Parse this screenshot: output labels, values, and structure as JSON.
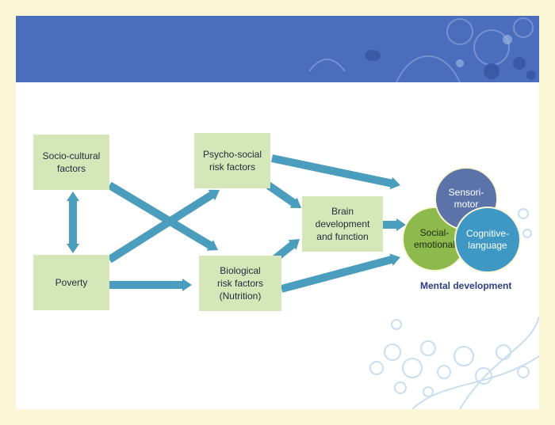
{
  "diagram": {
    "boxes": [
      {
        "id": "socio",
        "label": "Socio-cultural\nfactors"
      },
      {
        "id": "poverty",
        "label": "Poverty"
      },
      {
        "id": "psycho",
        "label": "Psycho-social\nrisk factors"
      },
      {
        "id": "bio",
        "label": "Biological\nrisk factors\n(Nutrition)"
      },
      {
        "id": "brain",
        "label": "Brain\ndevelopment\nand function"
      }
    ],
    "circles": [
      {
        "id": "sensori",
        "label": "Sensori-\nmotor"
      },
      {
        "id": "social",
        "label": "Social-\nemotional"
      },
      {
        "id": "cognitive",
        "label": "Cognitive-\nlanguage"
      }
    ],
    "caption": "Mental development"
  },
  "colors": {
    "banner": "#4a6dbc",
    "box": "#d5e6b8",
    "arrow": "#4a9dbd",
    "border": "#fbf6d6",
    "sensori": "#5b73a8",
    "social": "#8cba4c",
    "cognitive": "#3f97c3",
    "caption": "#2b3f86"
  }
}
